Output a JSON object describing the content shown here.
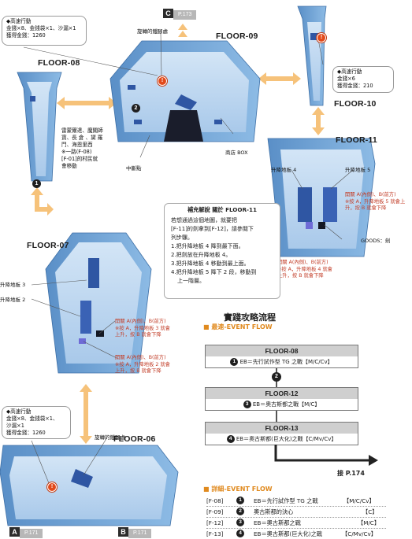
{
  "page_refs": {
    "top": {
      "letter": "C",
      "page": "P.173"
    },
    "bottom_left": {
      "letter": "A",
      "page": "P.171"
    },
    "bottom_right": {
      "letter": "B",
      "page": "P.171"
    }
  },
  "floors": {
    "f06": "FLOOR-06",
    "f07": "FLOOR-07",
    "f08": "FLOOR-08",
    "f09": "FLOOR-09",
    "f10": "FLOOR-10",
    "f11": "FLOOR-11"
  },
  "notes": {
    "f09_topleft": [
      "◆高速行動",
      "金錢×8、金錢袋×1、沙漏×1",
      "獲得金錢：1260"
    ],
    "f10": [
      "◆高速行動",
      "金錢×6",
      "獲得金錢：210"
    ],
    "f06": [
      "◆高速行動",
      "金錢×8、金錢袋×1、",
      "沙漏×1",
      "獲得金錢：1260"
    ],
    "f08_side": [
      "雷蒙爾達、魔關師",
      "寶、長",
      "倉",
      "、黛",
      "羅",
      "鬥、海恩里西",
      "※一路(F-08)",
      "[F-01]的村民就",
      "會移動"
    ]
  },
  "labels": {
    "f09_rotate": "旋轉的鐵腳處",
    "f06_rotate": "旋轉的鐵腳處",
    "shop": "商店 BOX",
    "midpoint": "中斷點",
    "lift4_f11": "升降地板 4",
    "lift5_f11": "升降地板 5",
    "lift3_f07": "升降地板 3",
    "lift2_f07": "升降地板 2",
    "goods": "GOODS：劍"
  },
  "red_notes": {
    "f11_right": [
      "開關 A(內側)、B(前方)",
      "※按 A，升降地板 5 就會上",
      "升，按 B 就會下降"
    ],
    "f11_bottom": [
      "開關 A(內側)、B(前方)",
      "※按 A，升降地板 4 就會",
      "上升，按 B 就會下降"
    ],
    "f07_top": [
      "開關 A(內側)、B(前方)",
      "※按 A，升降地板 3 就會",
      "上升，按 B 就會下降"
    ],
    "f07_bottom": [
      "開關 A(內側)、B(前方)",
      "※按 A，升降地板 2 就會",
      "上升，按 B 就會下降"
    ]
  },
  "supplement": {
    "title": "補充解說  關於 FLOOR-11",
    "intro": [
      "若想通過這個地圖，就要把",
      "[F-11]的劍拿到[F-12]，請參閱下",
      "列步驟。"
    ],
    "steps": [
      "1.把升降地板 4 降到最下面。",
      "2.把劍放在升降地板 4。",
      "3.把升降地板 4 移動到最上面。",
      "4.把升降地板 5 降下 2 段，移動到",
      "上一階層。"
    ]
  },
  "flow": {
    "heading": "實踐攻略流程",
    "fastest_label": "■ 最速-EVENT FLOW",
    "boxes": [
      {
        "floor": "FLOOR-08",
        "num": "1",
        "text": "EB＝先行試作型 TG 之戰【M/C/Cv】"
      },
      {
        "floor": "FLOOR-12",
        "num": "3",
        "text": "EB＝奧古斯都之戰【M/C】"
      },
      {
        "floor": "FLOOR-13",
        "num": "4",
        "text": "EB＝奧古斯都(巨大化)之戰【C/Mv/Cv】"
      }
    ],
    "mid_num": "2",
    "next_page": "接 P.174",
    "detail_label": "■ 詳細-EVENT FLOW",
    "detail_rows": [
      {
        "floor": "[F-08]",
        "num": "1",
        "text": "EB＝先行試作型 TG 之戰",
        "rank": "【M/C/Cv】"
      },
      {
        "floor": "[F-09]",
        "num": "2",
        "text": "奧古斯都的決心",
        "rank": "【C】"
      },
      {
        "floor": "[F-12]",
        "num": "3",
        "text": "EB＝奧古斯都之戰",
        "rank": "【M/C】"
      },
      {
        "floor": "[F-13]",
        "num": "4",
        "text": "EB＝奧古斯都(巨大化)之戰",
        "rank": "【C/Mv/Cv】"
      }
    ]
  },
  "colors": {
    "wall": "#6a9fd4",
    "floor": "#b8d4ef",
    "arrow": "#f6c27a",
    "red": "#c3402b"
  }
}
